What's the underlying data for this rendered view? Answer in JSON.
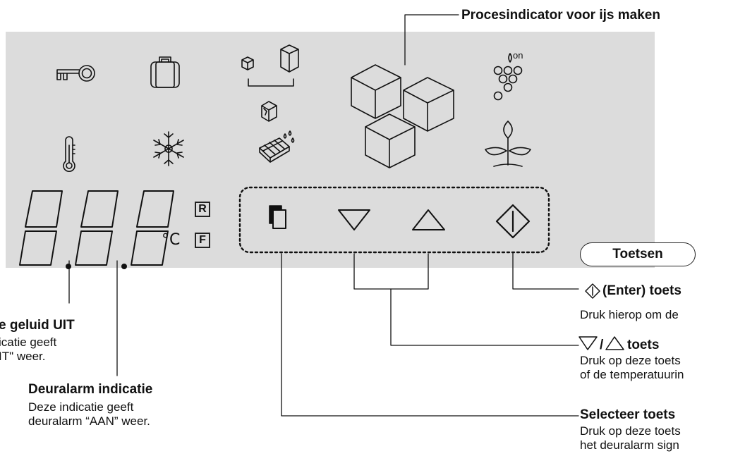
{
  "labels": {
    "process_indicator": "Procesindicator voor ijs maken",
    "keys_badge": "Toetsen",
    "enter_title": "(Enter) toets",
    "enter_desc": "Druk hierop om de",
    "updown_title": "toets",
    "updown_desc_1": "Druk op deze toets",
    "updown_desc_2": "of de temperatuurin",
    "select_title": "Selecteer toets",
    "select_desc_1": "Druk op deze toets",
    "select_desc_2": "het deuralarm sign",
    "sound_title": "e geluid UIT",
    "sound_desc_1": "icatie geeft",
    "sound_desc_2": "IT\" weer.",
    "door_title": "Deuralarm indicatie",
    "door_desc_1": "Deze indicatie geeft",
    "door_desc_2": "deuralarm “AAN” weer.",
    "updown_slash": "/"
  },
  "display": {
    "unit": "°C",
    "indicator_r": "R",
    "indicator_f": "F",
    "wine_on": "on"
  },
  "icons": [
    "key-icon",
    "suitcase-icon",
    "ice-size-icon",
    "big-ice-cubes-icon",
    "grapes-icon",
    "thermometer-icon",
    "snowflake-icon",
    "crushed-ice-icon",
    "ice-tray-icon",
    "plant-icon",
    "select-key-icon",
    "down-key-icon",
    "up-key-icon",
    "enter-key-icon"
  ],
  "colors": {
    "panel": "#dcdcdc",
    "ink": "#111111"
  }
}
